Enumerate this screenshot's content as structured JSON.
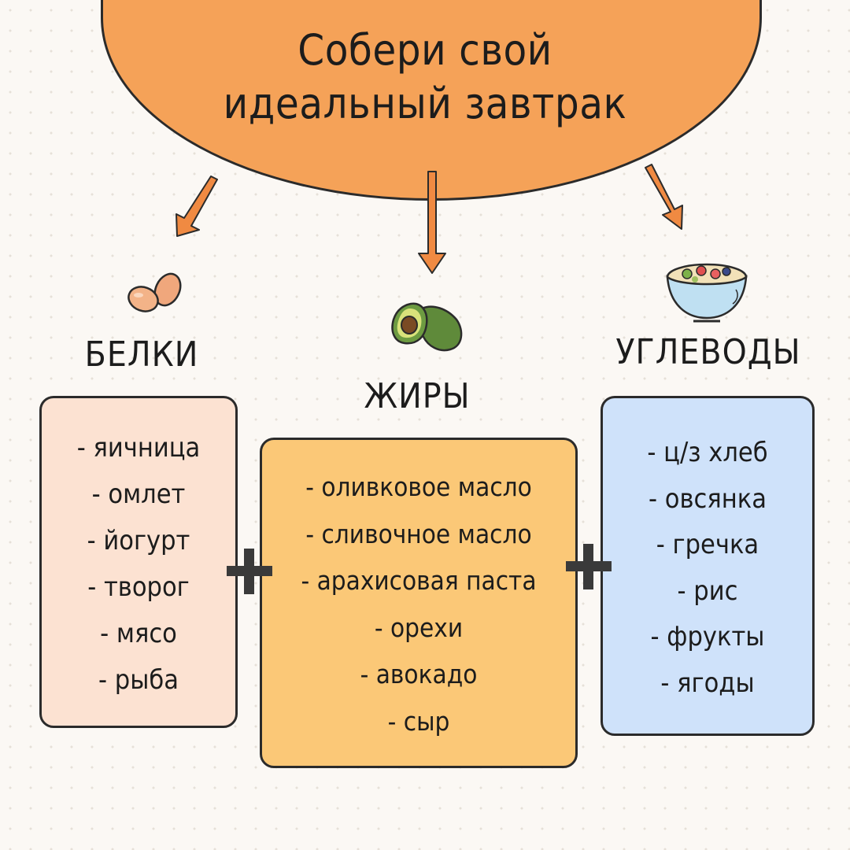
{
  "title": {
    "line1": "Собери свой",
    "line2": "идеальный завтрак"
  },
  "columns": {
    "proteins": {
      "label": "БЕЛКИ",
      "icon": "eggs-icon",
      "items": [
        "- яичница",
        "- омлет",
        "- йогурт",
        "- творог",
        "- мясо",
        "- рыба"
      ]
    },
    "fats": {
      "label": "ЖИРЫ",
      "icon": "avocado-icon",
      "items": [
        "- оливковое масло",
        "- сливочное масло",
        "- арахисовая паста",
        "- орехи",
        "- авокадо",
        "- сыр"
      ]
    },
    "carbs": {
      "label": "УГЛЕВОДЫ",
      "icon": "oatmeal-bowl-icon",
      "items": [
        "- ц/з хлеб",
        "- овсянка",
        "- гречка",
        "- рис",
        "- фрукты",
        "- ягоды"
      ]
    }
  },
  "colors": {
    "banner": "#f5a258",
    "arrow": "#f08a42",
    "proteins_box": "#fce2d2",
    "fats_box": "#fbc877",
    "carbs_box": "#cfe2fa",
    "outline": "#2b2b2b"
  }
}
